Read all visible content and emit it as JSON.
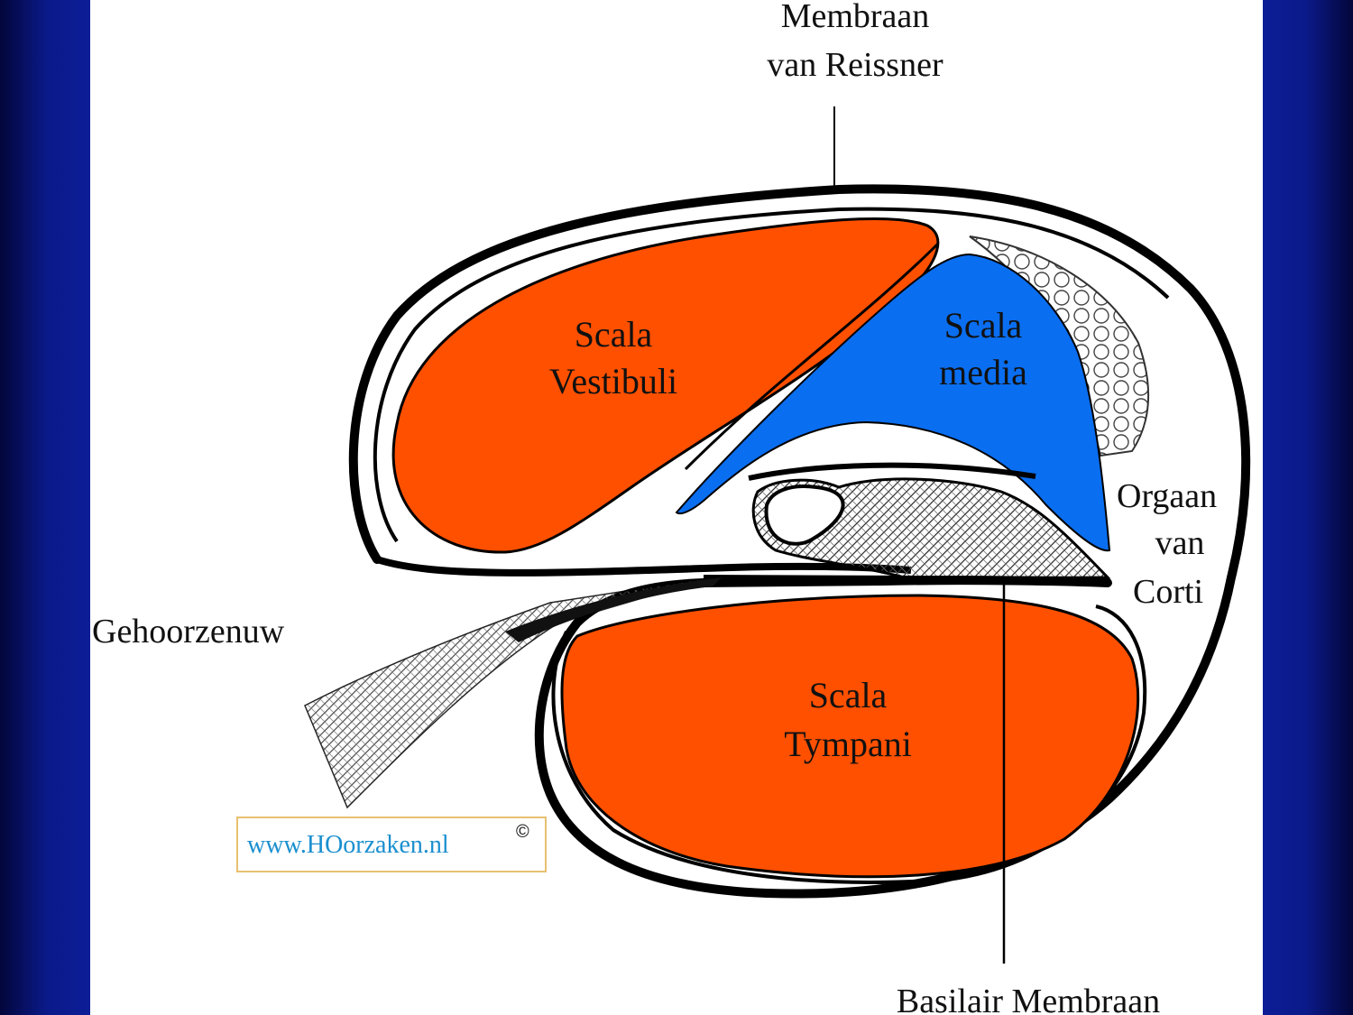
{
  "labels": {
    "reissner_line1": "Membraan",
    "reissner_line2": "van Reissner",
    "vestibuli_line1": "Scala",
    "vestibuli_line2": "Vestibuli",
    "media_line1": "Scala",
    "media_line2": "media",
    "tympani_line1": "Scala",
    "tympani_line2": "Tympani",
    "corti_line1": "Orgaan",
    "corti_line2": "van",
    "corti_line3": "Corti",
    "nerve": "Gehoorzenuw",
    "basilar": "Basilair Membraan"
  },
  "watermark": {
    "text": "www.HOorzaken.nl",
    "symbol": "©"
  },
  "colors": {
    "scala_vestibuli": "#ff5000",
    "scala_tympani": "#ff5000",
    "scala_media": "#0a6ef0",
    "outline": "#000000",
    "panel": "#ffffff",
    "background": "#0c1d96"
  }
}
